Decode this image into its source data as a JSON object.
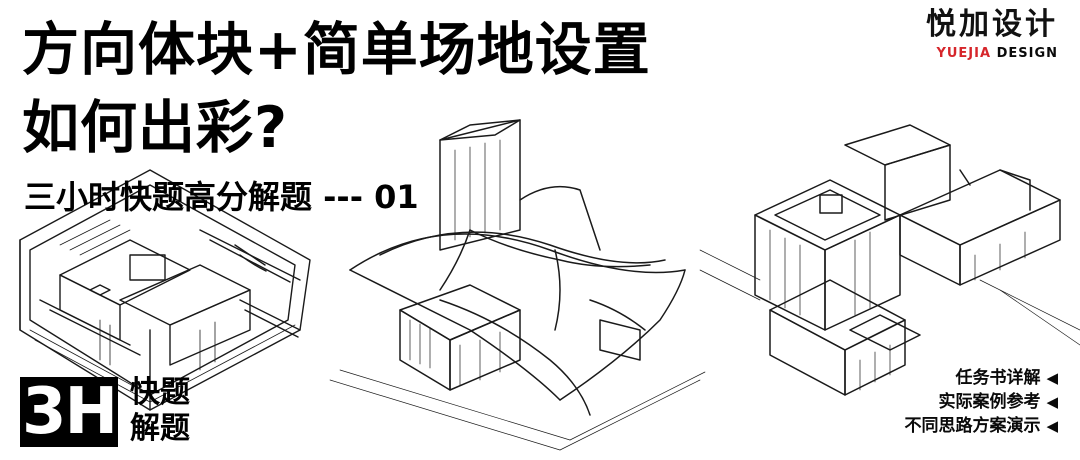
{
  "title": {
    "line1": "方向体块+简单场地设置",
    "line2": "如何出彩?",
    "line3": "三小时快题高分解题 --- 01"
  },
  "brand": {
    "cn": "悦加设计",
    "en_accent": "YUEJIA",
    "en_rest": " DESIGN",
    "accent_color": "#d6262b"
  },
  "badge": {
    "text": "3H",
    "label1": "快题",
    "label2": "解题"
  },
  "features": [
    {
      "label": "任务书详解",
      "icon": "left-triangle-icon"
    },
    {
      "label": "实际案例参考",
      "icon": "left-triangle-icon"
    },
    {
      "label": "不同思路方案演示",
      "icon": "left-triangle-icon"
    }
  ],
  "illustrations": [
    "axonometric-sketch-left",
    "axonometric-sketch-center",
    "axonometric-sketch-right"
  ]
}
